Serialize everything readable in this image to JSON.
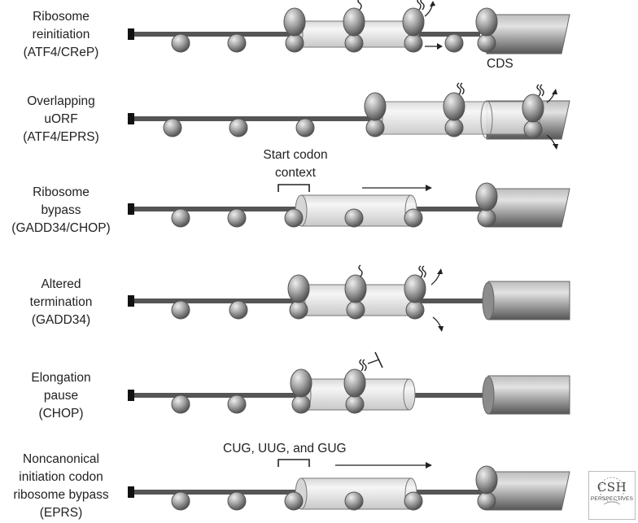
{
  "rows": [
    {
      "label": [
        "Ribosome",
        "reinitiation",
        "(ATF4/CReP)"
      ]
    },
    {
      "label": [
        "Overlapping",
        "uORF",
        "(ATF4/EPRS)"
      ]
    },
    {
      "label": [
        "Ribosome",
        "bypass",
        "(GADD34/CHOP)"
      ]
    },
    {
      "label": [
        "Altered",
        "termination",
        "(GADD34)"
      ]
    },
    {
      "label": [
        "Elongation",
        "pause",
        "(CHOP)"
      ]
    },
    {
      "label": [
        "Noncanonical",
        "initiation codon",
        "ribosome bypass",
        "(EPRS)"
      ]
    }
  ],
  "annotations": {
    "cds": "CDS",
    "start_codon_context": [
      "Start codon",
      "context"
    ],
    "alt_codons": "CUG, UUG, and GUG"
  },
  "logo": {
    "main": "CSH",
    "sub": "PERSPECTIVES"
  },
  "colors": {
    "mrna": "#555555",
    "ribosome": "#8a8a8a",
    "uorf": "#e6e6e6",
    "cds": "#9a9a9a"
  }
}
